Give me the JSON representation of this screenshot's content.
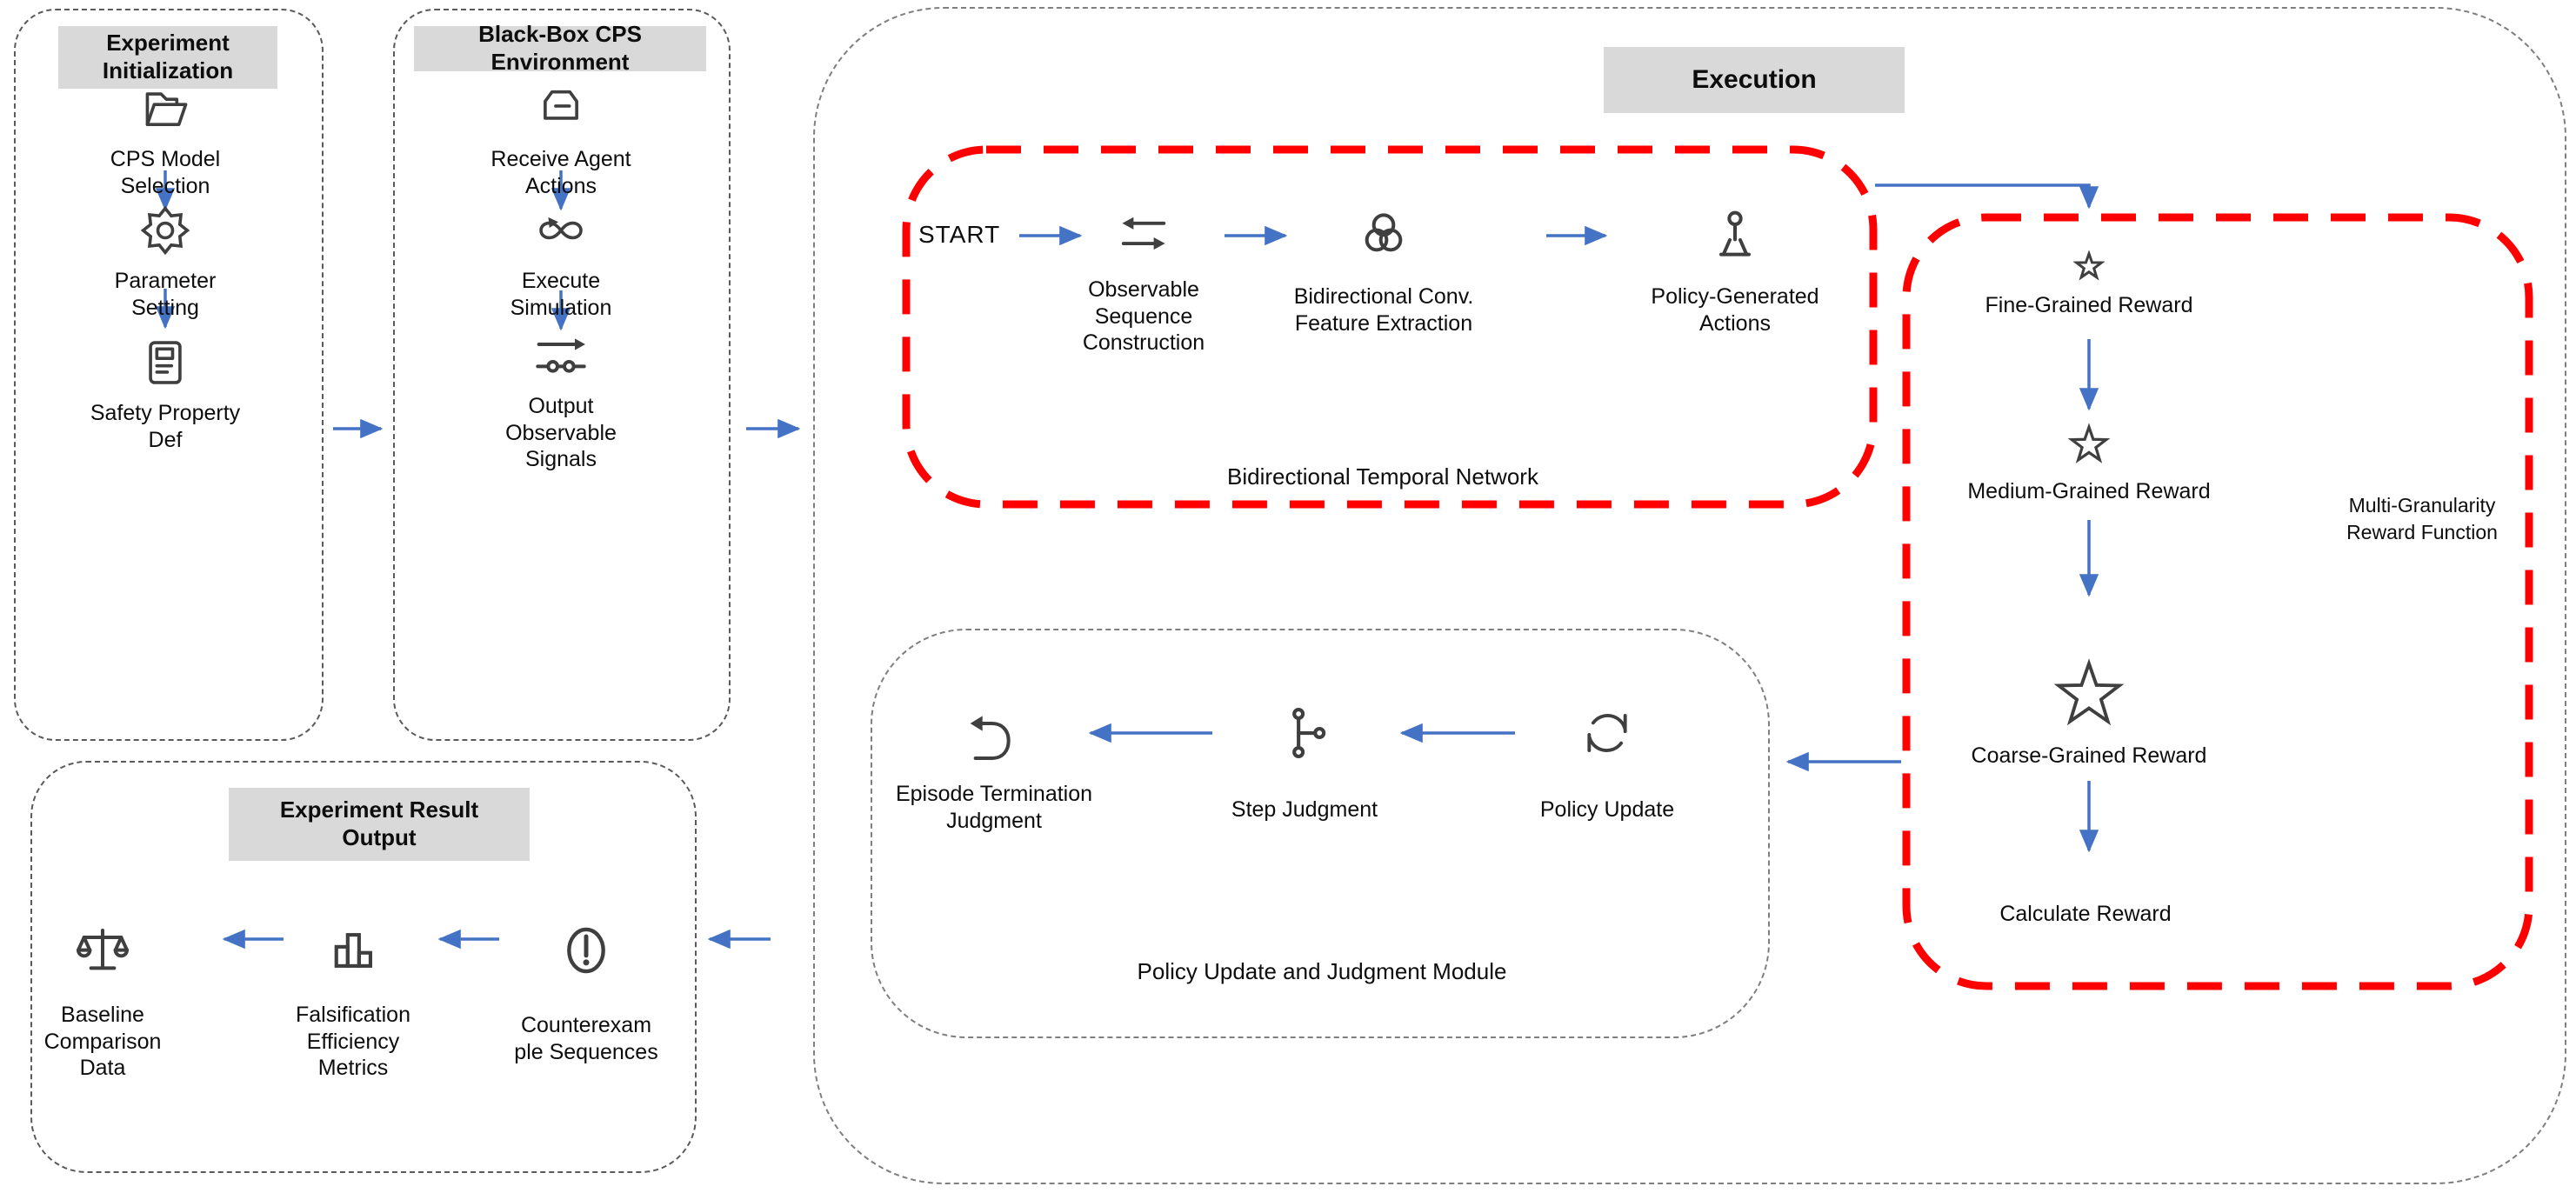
{
  "palette": {
    "arrow_blue": "#4472C4",
    "dashed_red": "#FF0000",
    "icon_gray": "#3F3F3F",
    "header_bg": "#D9D9D9"
  },
  "init_box": {
    "title": "Experiment\nInitialization",
    "nodes": [
      {
        "icon": "folder-icon",
        "label": "CPS Model\nSelection"
      },
      {
        "icon": "gear-icon",
        "label": "Parameter\nSetting"
      },
      {
        "icon": "safety-doc-icon",
        "label": "Safety Property\nDef"
      }
    ]
  },
  "env_box": {
    "title": "Black-Box CPS Environment",
    "nodes": [
      {
        "icon": "receive-box-icon",
        "label": "Receive Agent\nActions"
      },
      {
        "icon": "loop-icon",
        "label": "Execute\nSimulation"
      },
      {
        "icon": "output-signal-icon",
        "label": "Output\nObservable\nSignals"
      }
    ]
  },
  "execution": {
    "title": "Execution",
    "start_label": "START",
    "btn_box": {
      "caption": "Bidirectional Temporal Network",
      "nodes": [
        {
          "icon": "swap-arrows-icon",
          "label": "Observable\nSequence\nConstruction"
        },
        {
          "icon": "overlapping-circles-icon",
          "label": "Bidirectional Conv.\nFeature Extraction"
        },
        {
          "icon": "person-marker-icon",
          "label": "Policy-Generated\nActions"
        }
      ]
    },
    "reward_box": {
      "side_caption": "Multi-Granularity\nReward Function",
      "nodes": [
        {
          "icon": "star-small-icon",
          "label": "Fine-Grained Reward"
        },
        {
          "icon": "star-medium-icon",
          "label": "Medium-Grained Reward"
        },
        {
          "icon": "star-large-icon",
          "label": "Coarse-Grained Reward"
        },
        {
          "icon": "",
          "label": "Calculate Reward"
        }
      ]
    },
    "policy_box": {
      "caption": "Policy Update and Judgment Module",
      "nodes": [
        {
          "icon": "undo-arrow-icon",
          "label": "Episode Termination\nJudgment"
        },
        {
          "icon": "step-branch-icon",
          "label": "Step Judgment"
        },
        {
          "icon": "refresh-icon",
          "label": "Policy Update"
        }
      ]
    }
  },
  "result_box": {
    "title": "Experiment Result\nOutput",
    "nodes": [
      {
        "icon": "balance-scale-icon",
        "label": "Baseline\nComparison\nData"
      },
      {
        "icon": "bar-chart-icon",
        "label": "Falsification\nEfficiency\nMetrics"
      },
      {
        "icon": "alert-circle-icon",
        "label": "Counterexam\nple Sequences"
      }
    ]
  }
}
